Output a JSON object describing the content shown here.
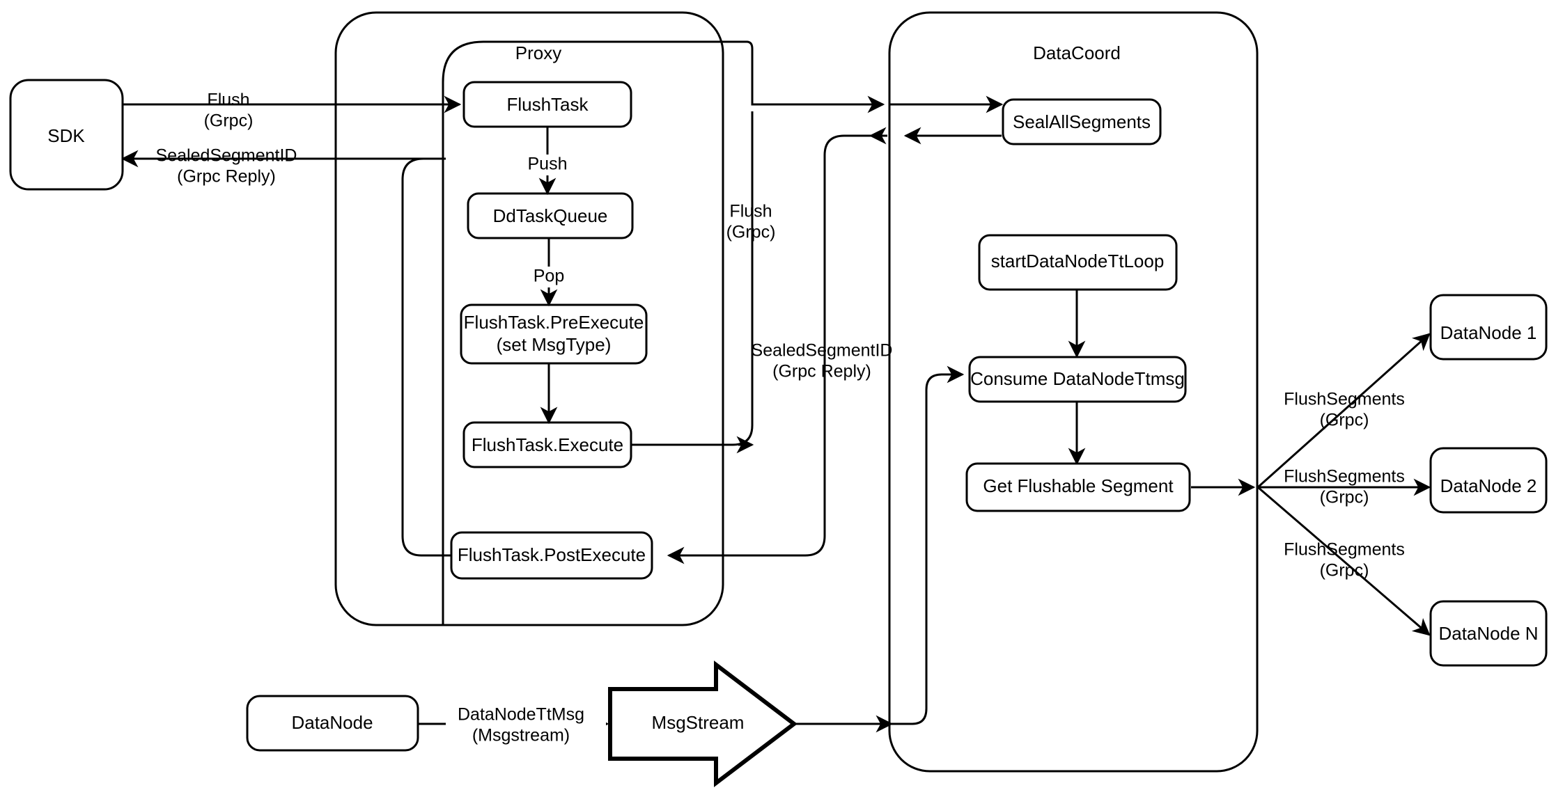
{
  "diagram": {
    "title": "Milvus Flush Sequence",
    "colors": {
      "stroke": "#000000",
      "fill": "#ffffff",
      "text": "#000000"
    },
    "containers": [
      {
        "id": "proxy",
        "label": "Proxy"
      },
      {
        "id": "datacoord",
        "label": "DataCoord"
      }
    ],
    "nodes": [
      {
        "id": "sdk",
        "label": "SDK"
      },
      {
        "id": "flushtask",
        "label": "FlushTask"
      },
      {
        "id": "ddtaskqueue",
        "label": "DdTaskQueue"
      },
      {
        "id": "preexecute_l1",
        "label": "FlushTask.PreExecute"
      },
      {
        "id": "preexecute_l2",
        "label": "(set MsgType)"
      },
      {
        "id": "execute",
        "label": "FlushTask.Execute"
      },
      {
        "id": "postexecute",
        "label": "FlushTask.PostExecute"
      },
      {
        "id": "sealallsegments",
        "label": "SealAllSegments"
      },
      {
        "id": "startdatanodettloop",
        "label": "startDataNodeTtLoop"
      },
      {
        "id": "consume",
        "label": "Consume DataNodeTtmsg"
      },
      {
        "id": "getflushable",
        "label": "Get Flushable Segment"
      },
      {
        "id": "datanode1",
        "label": "DataNode 1"
      },
      {
        "id": "datanode2",
        "label": "DataNode 2"
      },
      {
        "id": "datanoden",
        "label": "DataNode N"
      },
      {
        "id": "datanode_bottom",
        "label": "DataNode"
      },
      {
        "id": "msgstream",
        "label": "MsgStream"
      }
    ],
    "edge_labels": [
      {
        "id": "flush_grpc_sdk_l1",
        "text": "Flush"
      },
      {
        "id": "flush_grpc_sdk_l2",
        "text": "(Grpc)"
      },
      {
        "id": "sealed_reply_sdk_l1",
        "text": "SealedSegmentID"
      },
      {
        "id": "sealed_reply_sdk_l2",
        "text": "(Grpc Reply)"
      },
      {
        "id": "push",
        "text": "Push"
      },
      {
        "id": "pop",
        "text": "Pop"
      },
      {
        "id": "flush_grpc_mid_l1",
        "text": "Flush"
      },
      {
        "id": "flush_grpc_mid_l2",
        "text": "(Grpc)"
      },
      {
        "id": "sealed_reply_mid_l1",
        "text": "SealedSegmentID"
      },
      {
        "id": "sealed_reply_mid_l2",
        "text": "(Grpc Reply)"
      },
      {
        "id": "flushsegments1_l1",
        "text": "FlushSegments"
      },
      {
        "id": "flushsegments1_l2",
        "text": "(Grpc)"
      },
      {
        "id": "flushsegments2_l1",
        "text": "FlushSegments"
      },
      {
        "id": "flushsegments2_l2",
        "text": "(Grpc)"
      },
      {
        "id": "flushsegmentsn_l1",
        "text": "FlushSegments"
      },
      {
        "id": "flushsegmentsn_l2",
        "text": "(Grpc)"
      },
      {
        "id": "datanodettmsg_l1",
        "text": "DataNodeTtMsg"
      },
      {
        "id": "datanodettmsg_l2",
        "text": "(Msgstream)"
      }
    ]
  }
}
